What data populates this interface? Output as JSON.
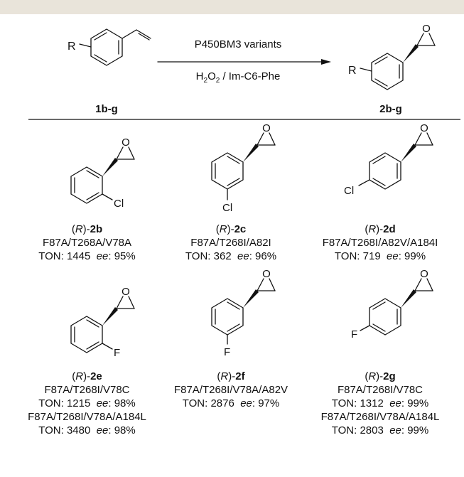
{
  "header": {
    "reagent_top": "P450BM3 variants",
    "reagent_bottom_prefix": "H",
    "reagent_bottom_sub": "2",
    "reagent_bottom_mid": "O",
    "reagent_bottom_sub2": "2",
    "reagent_bottom_suffix": " / Im-C6-Phe",
    "substituent": "R",
    "start_label": "1b-g",
    "product_label": "2b-g"
  },
  "atoms": {
    "oxygen": "O",
    "chlorine": "Cl",
    "fluorine": "F"
  },
  "products": [
    {
      "stereo": "R",
      "code": "2b",
      "halogen": "Cl",
      "position": "ortho",
      "variants": [
        {
          "mutant": "F87A/T268A/V78A",
          "ton": "1445",
          "ee": "95%"
        }
      ]
    },
    {
      "stereo": "R",
      "code": "2c",
      "halogen": "Cl",
      "position": "meta",
      "variants": [
        {
          "mutant": "F87A/T268I/A82I",
          "ton": "362",
          "ee": "96%"
        }
      ]
    },
    {
      "stereo": "R",
      "code": "2d",
      "halogen": "Cl",
      "position": "para",
      "variants": [
        {
          "mutant": "F87A/T268I/A82V/A184I",
          "ton": "719",
          "ee": "99%"
        }
      ]
    },
    {
      "stereo": "R",
      "code": "2e",
      "halogen": "F",
      "position": "ortho",
      "variants": [
        {
          "mutant": "F87A/T268I/V78C",
          "ton": "1215",
          "ee": "98%"
        },
        {
          "mutant": "F87A/T268I/V78A/A184L",
          "ton": "3480",
          "ee": "98%"
        }
      ]
    },
    {
      "stereo": "R",
      "code": "2f",
      "halogen": "F",
      "position": "meta",
      "variants": [
        {
          "mutant": "F87A/T268I/V78A/A82V",
          "ton": "2876",
          "ee": "97%"
        }
      ]
    },
    {
      "stereo": "R",
      "code": "2g",
      "halogen": "F",
      "position": "para",
      "variants": [
        {
          "mutant": "F87A/T268I/V78C",
          "ton": "1312",
          "ee": "99%"
        },
        {
          "mutant": "F87A/T268I/V78A/A184L",
          "ton": "2803",
          "ee": "99%"
        }
      ]
    }
  ],
  "labels": {
    "ton": "TON: ",
    "ee": "ee",
    "ee_sep": ": "
  }
}
